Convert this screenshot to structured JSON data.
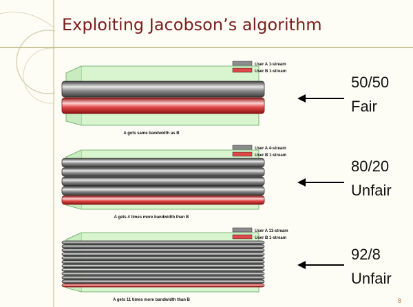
{
  "slide": {
    "title": "Exploiting Jacobson’s algorithm",
    "page_number": "8"
  },
  "colors": {
    "title": "#7b1d1d",
    "user_a_bar": "#8c8c8c",
    "user_b_bar": "#e04848",
    "background_pipe": "#d9f5d0",
    "pipe_outline": "#7fb57a"
  },
  "figures": [
    {
      "share_label": "50/50",
      "fairness_label": "Fair",
      "legend": [
        "User A 1-stream",
        "User B 1-stream"
      ],
      "caption": "A gets same bandwidth as B",
      "user_a_bars": 1,
      "user_b_bars": 1
    },
    {
      "share_label": "80/20",
      "fairness_label": "Unfair",
      "legend": [
        "User A 4-stream",
        "User B 1-stream"
      ],
      "caption": "A gets 4 times more bandwidth than B",
      "user_a_bars": 4,
      "user_b_bars": 1
    },
    {
      "share_label": "92/8",
      "fairness_label": "Unfair",
      "legend": [
        "User A 11-stream",
        "User B 1-stream"
      ],
      "caption": "A gets 11 times more bandwidth than B",
      "user_a_bars": 11,
      "user_b_bars": 1
    }
  ]
}
